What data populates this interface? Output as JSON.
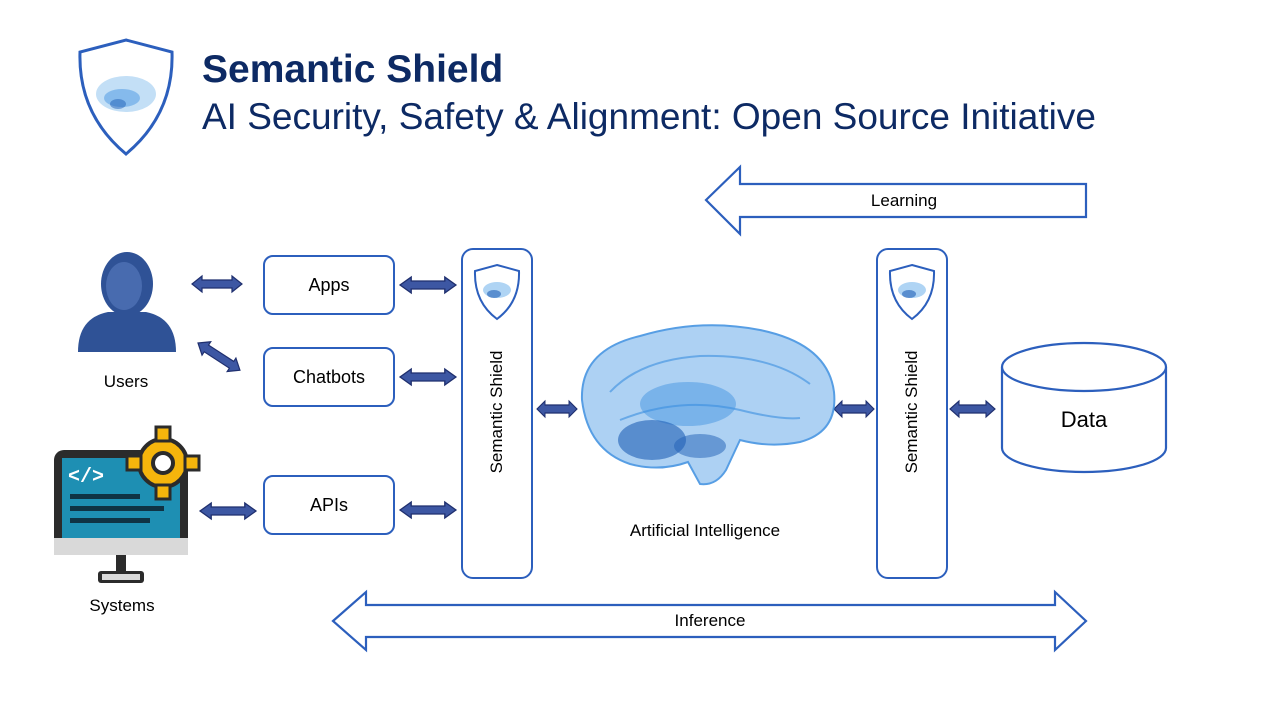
{
  "header": {
    "title": "Semantic Shield",
    "subtitle": "AI Security, Safety & Alignment: Open Source Initiative"
  },
  "actors": {
    "users_label": "Users",
    "systems_label": "Systems"
  },
  "interfaces": {
    "apps": "Apps",
    "chatbots": "Chatbots",
    "apis": "APIs"
  },
  "shields": {
    "left": "Semantic Shield",
    "right": "Semantic Shield"
  },
  "core": {
    "ai_label": "Artificial Intelligence",
    "data_label": "Data"
  },
  "flows": {
    "learning": "Learning",
    "inference": "Inference"
  },
  "colors": {
    "accent": "#2c5fbd",
    "title": "#0d2a64",
    "connector_fill": "#3d57a3",
    "brain": "#3a8ee0"
  }
}
